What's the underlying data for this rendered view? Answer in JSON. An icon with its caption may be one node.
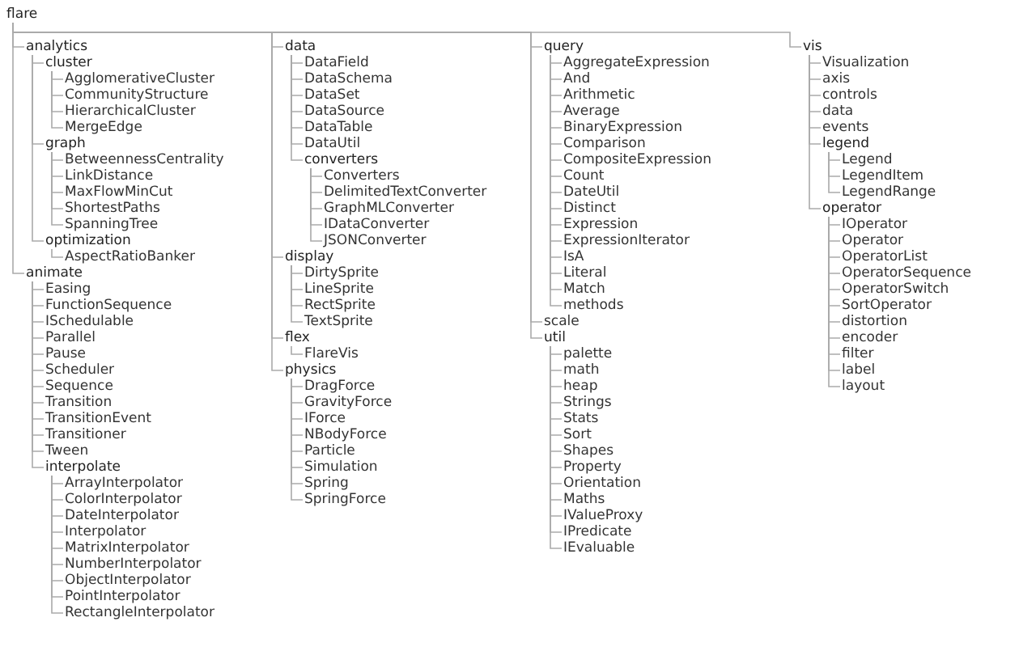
{
  "diagram": {
    "nodes": [
      {
        "text": [
          "flare"
        ]
      },
      {
        "text": [
          "analytics"
        ]
      },
      {
        "text": [
          "cluster"
        ]
      },
      {
        "text": [
          "AgglomerativeCluster"
        ]
      },
      {
        "text": [
          "CommunityStructure"
        ]
      },
      {
        "text": [
          "HierarchicalCluster"
        ]
      },
      {
        "text": [
          "MergeEdge"
        ]
      },
      {
        "text": [
          "graph"
        ]
      },
      {
        "text": [
          "BetweennessCentrality"
        ]
      },
      {
        "text": [
          "LinkDistance"
        ]
      },
      {
        "text": [
          "MaxFlowMinCut"
        ]
      },
      {
        "text": [
          "ShortestPaths"
        ]
      },
      {
        "text": [
          "SpanningTree"
        ]
      },
      {
        "text": [
          "optimization"
        ]
      },
      {
        "text": [
          "AspectRatioBanker"
        ]
      },
      {
        "text": [
          "animate"
        ]
      },
      {
        "text": [
          "Easing"
        ]
      },
      {
        "text": [
          "FunctionSequence"
        ]
      },
      {
        "text": [
          "ISchedulable"
        ]
      },
      {
        "text": [
          "Parallel"
        ]
      },
      {
        "text": [
          "Pause"
        ]
      },
      {
        "text": [
          "Scheduler"
        ]
      },
      {
        "text": [
          "Sequence"
        ]
      },
      {
        "text": [
          "Transition"
        ]
      },
      {
        "text": [
          "TransitionEvent"
        ]
      },
      {
        "text": [
          "Transitioner"
        ]
      },
      {
        "text": [
          "Tween"
        ]
      },
      {
        "text": [
          "interpolate"
        ]
      },
      {
        "text": [
          "ArrayInterpolator"
        ]
      },
      {
        "text": [
          "ColorInterpolator"
        ]
      },
      {
        "text": [
          "DateInterpolator"
        ]
      },
      {
        "text": [
          "Interpolator"
        ]
      },
      {
        "text": [
          "MatrixInterpolator"
        ]
      },
      {
        "text": [
          "NumberInterpolator"
        ]
      },
      {
        "text": [
          "ObjectInterpolator"
        ]
      },
      {
        "text": [
          "PointInterpolator"
        ]
      },
      {
        "text": [
          "RectangleInterpolator"
        ]
      },
      {
        "text": [
          "data"
        ]
      },
      {
        "text": [
          "DataField"
        ]
      },
      {
        "text": [
          "DataSchema"
        ]
      },
      {
        "text": [
          "DataSet"
        ]
      },
      {
        "text": [
          "DataSource"
        ]
      },
      {
        "text": [
          "DataTable"
        ]
      },
      {
        "text": [
          "DataUtil"
        ]
      },
      {
        "text": [
          "converters"
        ]
      },
      {
        "text": [
          "Converters"
        ]
      },
      {
        "text": [
          "DelimitedTextConverter"
        ]
      },
      {
        "text": [
          "GraphMLConverter"
        ]
      },
      {
        "text": [
          "IDataConverter"
        ]
      },
      {
        "text": [
          "JSONConverter"
        ]
      },
      {
        "text": [
          "display"
        ]
      },
      {
        "text": [
          "DirtySprite"
        ]
      },
      {
        "text": [
          "LineSprite"
        ]
      },
      {
        "text": [
          "RectSprite"
        ]
      },
      {
        "text": [
          "TextSprite"
        ]
      },
      {
        "text": [
          "flex"
        ]
      },
      {
        "text": [
          "FlareVis"
        ]
      },
      {
        "text": [
          "physics"
        ]
      },
      {
        "text": [
          "DragForce"
        ]
      },
      {
        "text": [
          "GravityForce"
        ]
      },
      {
        "text": [
          "IForce"
        ]
      },
      {
        "text": [
          "NBodyForce"
        ]
      },
      {
        "text": [
          "Particle"
        ]
      },
      {
        "text": [
          "Simulation"
        ]
      },
      {
        "text": [
          "Spring"
        ]
      },
      {
        "text": [
          "SpringForce"
        ]
      },
      {
        "text": [
          "query"
        ]
      },
      {
        "text": [
          "AggregateExpression"
        ]
      },
      {
        "text": [
          "And"
        ]
      },
      {
        "text": [
          "Arithmetic"
        ]
      },
      {
        "text": [
          "Average"
        ]
      },
      {
        "text": [
          "BinaryExpression"
        ]
      },
      {
        "text": [
          "Comparison"
        ]
      },
      {
        "text": [
          "CompositeExpression"
        ]
      },
      {
        "text": [
          "Count"
        ]
      },
      {
        "text": [
          "DateUtil"
        ]
      },
      {
        "text": [
          "Distinct"
        ]
      },
      {
        "text": [
          "Expression"
        ]
      },
      {
        "text": [
          "ExpressionIterator"
        ]
      },
      {
        "text": [
          "IsA"
        ]
      },
      {
        "text": [
          "Literal"
        ]
      },
      {
        "text": [
          "Match"
        ]
      },
      {
        "text": [
          "methods"
        ]
      },
      {
        "text": [
          "scale"
        ]
      },
      {
        "text": [
          "util"
        ]
      },
      {
        "text": [
          "palette"
        ]
      },
      {
        "text": [
          "math"
        ]
      },
      {
        "text": [
          "heap"
        ]
      },
      {
        "text": [
          "Strings"
        ]
      },
      {
        "text": [
          "Stats"
        ]
      },
      {
        "text": [
          "Sort"
        ]
      },
      {
        "text": [
          "Shapes"
        ]
      },
      {
        "text": [
          "Property"
        ]
      },
      {
        "text": [
          "Orientation"
        ]
      },
      {
        "text": [
          "Maths"
        ]
      },
      {
        "text": [
          "IValueProxy"
        ]
      },
      {
        "text": [
          "IPredicate"
        ]
      },
      {
        "text": [
          "IEvaluable"
        ]
      },
      {
        "text": [
          "vis"
        ]
      },
      {
        "text": [
          "Visualization"
        ]
      },
      {
        "text": [
          "axis"
        ]
      },
      {
        "text": [
          "controls"
        ]
      },
      {
        "text": [
          "data"
        ]
      },
      {
        "text": [
          "events"
        ]
      },
      {
        "text": [
          "legend"
        ]
      },
      {
        "text": [
          "Legend"
        ]
      },
      {
        "text": [
          "LegendItem"
        ]
      },
      {
        "text": [
          "LegendRange"
        ]
      },
      {
        "text": [
          "operator"
        ]
      },
      {
        "text": [
          "IOperator"
        ]
      },
      {
        "text": [
          "Operator"
        ]
      },
      {
        "text": [
          "OperatorList"
        ]
      },
      {
        "text": [
          "OperatorSequence"
        ]
      },
      {
        "text": [
          "OperatorSwitch"
        ]
      },
      {
        "text": [
          "SortOperator"
        ]
      },
      {
        "text": [
          "distortion"
        ]
      },
      {
        "text": [
          "encoder"
        ]
      },
      {
        "text": [
          "filter"
        ]
      },
      {
        "text": [
          "label"
        ]
      },
      {
        "text": [
          "layout"
        ]
      }
    ],
    "edges": [
      {
        "from": 0,
        "to": 1,
        "arrow": "none"
      },
      {
        "from": 0,
        "to": 15,
        "arrow": "none"
      },
      {
        "from": 0,
        "to": 37,
        "arrow": "none"
      },
      {
        "from": 0,
        "to": 50,
        "arrow": "none"
      },
      {
        "from": 0,
        "to": 55,
        "arrow": "none"
      },
      {
        "from": 0,
        "to": 57,
        "arrow": "none"
      },
      {
        "from": 0,
        "to": 66,
        "arrow": "none"
      },
      {
        "from": 0,
        "to": 83,
        "arrow": "none"
      },
      {
        "from": 0,
        "to": 84,
        "arrow": "none"
      },
      {
        "from": 0,
        "to": 98,
        "arrow": "none"
      },
      {
        "from": 1,
        "to": 2,
        "arrow": "none"
      },
      {
        "from": 1,
        "to": 7,
        "arrow": "none"
      },
      {
        "from": 1,
        "to": 13,
        "arrow": "none"
      },
      {
        "from": 2,
        "to": 3,
        "arrow": "none"
      },
      {
        "from": 2,
        "to": 4,
        "arrow": "none"
      },
      {
        "from": 2,
        "to": 5,
        "arrow": "none"
      },
      {
        "from": 2,
        "to": 6,
        "arrow": "none"
      },
      {
        "from": 7,
        "to": 8,
        "arrow": "none"
      },
      {
        "from": 7,
        "to": 9,
        "arrow": "none"
      },
      {
        "from": 7,
        "to": 10,
        "arrow": "none"
      },
      {
        "from": 7,
        "to": 11,
        "arrow": "none"
      },
      {
        "from": 7,
        "to": 12,
        "arrow": "none"
      },
      {
        "from": 13,
        "to": 14,
        "arrow": "none"
      },
      {
        "from": 15,
        "to": 16,
        "arrow": "none"
      },
      {
        "from": 15,
        "to": 17,
        "arrow": "none"
      },
      {
        "from": 15,
        "to": 18,
        "arrow": "none"
      },
      {
        "from": 15,
        "to": 19,
        "arrow": "none"
      },
      {
        "from": 15,
        "to": 20,
        "arrow": "none"
      },
      {
        "from": 15,
        "to": 21,
        "arrow": "none"
      },
      {
        "from": 15,
        "to": 22,
        "arrow": "none"
      },
      {
        "from": 15,
        "to": 23,
        "arrow": "none"
      },
      {
        "from": 15,
        "to": 24,
        "arrow": "none"
      },
      {
        "from": 15,
        "to": 25,
        "arrow": "none"
      },
      {
        "from": 15,
        "to": 26,
        "arrow": "none"
      },
      {
        "from": 15,
        "to": 27,
        "arrow": "none"
      },
      {
        "from": 27,
        "to": 28,
        "arrow": "none"
      },
      {
        "from": 27,
        "to": 29,
        "arrow": "none"
      },
      {
        "from": 27,
        "to": 30,
        "arrow": "none"
      },
      {
        "from": 27,
        "to": 31,
        "arrow": "none"
      },
      {
        "from": 27,
        "to": 32,
        "arrow": "none"
      },
      {
        "from": 27,
        "to": 33,
        "arrow": "none"
      },
      {
        "from": 27,
        "to": 34,
        "arrow": "none"
      },
      {
        "from": 27,
        "to": 35,
        "arrow": "none"
      },
      {
        "from": 27,
        "to": 36,
        "arrow": "none"
      },
      {
        "from": 37,
        "to": 38,
        "arrow": "none"
      },
      {
        "from": 37,
        "to": 39,
        "arrow": "none"
      },
      {
        "from": 37,
        "to": 40,
        "arrow": "none"
      },
      {
        "from": 37,
        "to": 41,
        "arrow": "none"
      },
      {
        "from": 37,
        "to": 42,
        "arrow": "none"
      },
      {
        "from": 37,
        "to": 43,
        "arrow": "none"
      },
      {
        "from": 37,
        "to": 44,
        "arrow": "none"
      },
      {
        "from": 44,
        "to": 45,
        "arrow": "none"
      },
      {
        "from": 44,
        "to": 46,
        "arrow": "none"
      },
      {
        "from": 44,
        "to": 47,
        "arrow": "none"
      },
      {
        "from": 44,
        "to": 48,
        "arrow": "none"
      },
      {
        "from": 44,
        "to": 49,
        "arrow": "none"
      },
      {
        "from": 50,
        "to": 51,
        "arrow": "none"
      },
      {
        "from": 50,
        "to": 52,
        "arrow": "none"
      },
      {
        "from": 50,
        "to": 53,
        "arrow": "none"
      },
      {
        "from": 50,
        "to": 54,
        "arrow": "none"
      },
      {
        "from": 55,
        "to": 56,
        "arrow": "none"
      },
      {
        "from": 57,
        "to": 58,
        "arrow": "none"
      },
      {
        "from": 57,
        "to": 59,
        "arrow": "none"
      },
      {
        "from": 57,
        "to": 60,
        "arrow": "none"
      },
      {
        "from": 57,
        "to": 61,
        "arrow": "none"
      },
      {
        "from": 57,
        "to": 62,
        "arrow": "none"
      },
      {
        "from": 57,
        "to": 63,
        "arrow": "none"
      },
      {
        "from": 57,
        "to": 64,
        "arrow": "none"
      },
      {
        "from": 57,
        "to": 65,
        "arrow": "none"
      },
      {
        "from": 66,
        "to": 67,
        "arrow": "none"
      },
      {
        "from": 66,
        "to": 68,
        "arrow": "none"
      },
      {
        "from": 66,
        "to": 69,
        "arrow": "none"
      },
      {
        "from": 66,
        "to": 70,
        "arrow": "none"
      },
      {
        "from": 66,
        "to": 71,
        "arrow": "none"
      },
      {
        "from": 66,
        "to": 72,
        "arrow": "none"
      },
      {
        "from": 66,
        "to": 73,
        "arrow": "none"
      },
      {
        "from": 66,
        "to": 74,
        "arrow": "none"
      },
      {
        "from": 66,
        "to": 75,
        "arrow": "none"
      },
      {
        "from": 66,
        "to": 76,
        "arrow": "none"
      },
      {
        "from": 66,
        "to": 77,
        "arrow": "none"
      },
      {
        "from": 66,
        "to": 78,
        "arrow": "none"
      },
      {
        "from": 66,
        "to": 79,
        "arrow": "none"
      },
      {
        "from": 66,
        "to": 80,
        "arrow": "none"
      },
      {
        "from": 66,
        "to": 81,
        "arrow": "none"
      },
      {
        "from": 66,
        "to": 82,
        "arrow": "none"
      },
      {
        "from": 84,
        "to": 85,
        "arrow": "none"
      },
      {
        "from": 84,
        "to": 86,
        "arrow": "none"
      },
      {
        "from": 84,
        "to": 87,
        "arrow": "none"
      },
      {
        "from": 84,
        "to": 88,
        "arrow": "none"
      },
      {
        "from": 84,
        "to": 89,
        "arrow": "none"
      },
      {
        "from": 84,
        "to": 90,
        "arrow": "none"
      },
      {
        "from": 84,
        "to": 91,
        "arrow": "none"
      },
      {
        "from": 84,
        "to": 92,
        "arrow": "none"
      },
      {
        "from": 84,
        "to": 93,
        "arrow": "none"
      },
      {
        "from": 84,
        "to": 94,
        "arrow": "none"
      },
      {
        "from": 84,
        "to": 95,
        "arrow": "none"
      },
      {
        "from": 84,
        "to": 96,
        "arrow": "none"
      },
      {
        "from": 84,
        "to": 97,
        "arrow": "none"
      },
      {
        "from": 98,
        "to": 99,
        "arrow": "none"
      },
      {
        "from": 98,
        "to": 100,
        "arrow": "none"
      },
      {
        "from": 98,
        "to": 101,
        "arrow": "none"
      },
      {
        "from": 98,
        "to": 102,
        "arrow": "none"
      },
      {
        "from": 98,
        "to": 103,
        "arrow": "none"
      },
      {
        "from": 98,
        "to": 104,
        "arrow": "none"
      },
      {
        "from": 98,
        "to": 108,
        "arrow": "none"
      },
      {
        "from": 104,
        "to": 105,
        "arrow": "none"
      },
      {
        "from": 104,
        "to": 106,
        "arrow": "none"
      },
      {
        "from": 104,
        "to": 107,
        "arrow": "none"
      },
      {
        "from": 108,
        "to": 109,
        "arrow": "none"
      },
      {
        "from": 108,
        "to": 110,
        "arrow": "none"
      },
      {
        "from": 108,
        "to": 111,
        "arrow": "none"
      },
      {
        "from": 108,
        "to": 112,
        "arrow": "none"
      },
      {
        "from": 108,
        "to": 113,
        "arrow": "none"
      },
      {
        "from": 108,
        "to": 114,
        "arrow": "none"
      },
      {
        "from": 108,
        "to": 115,
        "arrow": "none"
      },
      {
        "from": 108,
        "to": 116,
        "arrow": "none"
      },
      {
        "from": 108,
        "to": 117,
        "arrow": "none"
      },
      {
        "from": 108,
        "to": 118,
        "arrow": "none"
      },
      {
        "from": 108,
        "to": 119,
        "arrow": "none"
      }
    ]
  }
}
